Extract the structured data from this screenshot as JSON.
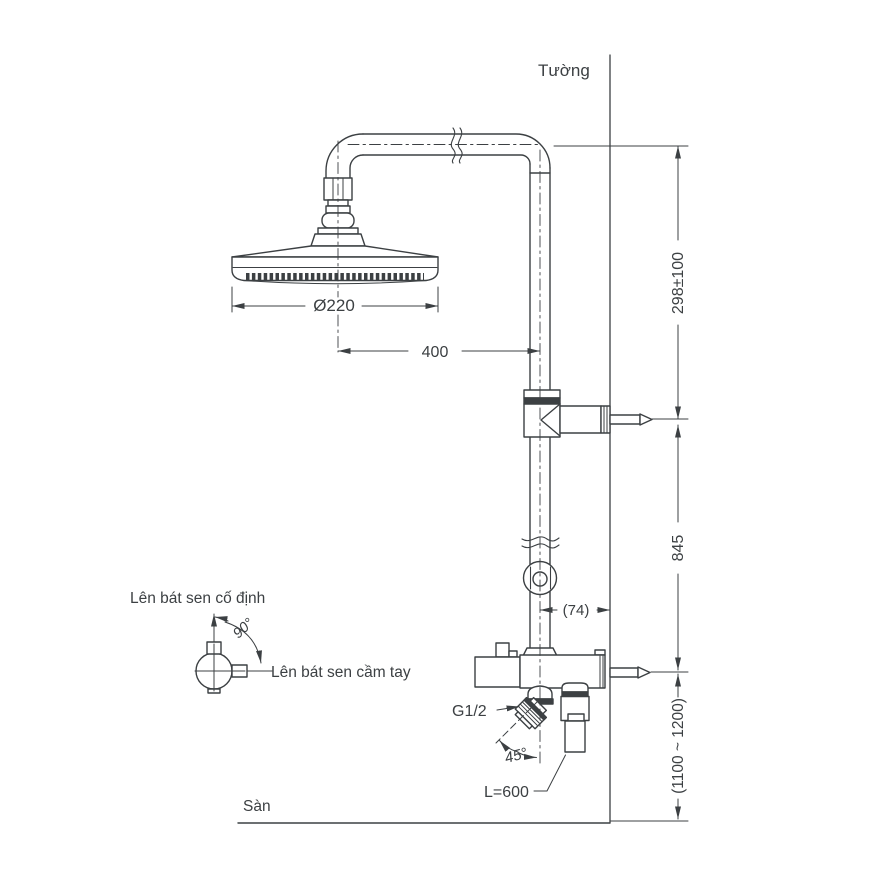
{
  "drawing": {
    "wall_label": "Tường",
    "floor_label": "Sàn",
    "callouts": {
      "fixed_shower": "Lên bát sen cố định",
      "hand_shower": "Lên bát sen cầm tay",
      "swivel_angle": "90°",
      "outlet_angle": "45°",
      "thread_size": "G1/2",
      "hose_length": "L=600"
    },
    "dimensions": {
      "head_diameter": "Ø220",
      "head_to_riser": "400",
      "arm_to_bracket": "298±100",
      "bracket_to_valve": "845",
      "riser_to_wall": "(74)",
      "valve_height_range": "(1100 ~ 1200)"
    },
    "colors": {
      "line": "#3c4043",
      "background": "#ffffff"
    }
  }
}
